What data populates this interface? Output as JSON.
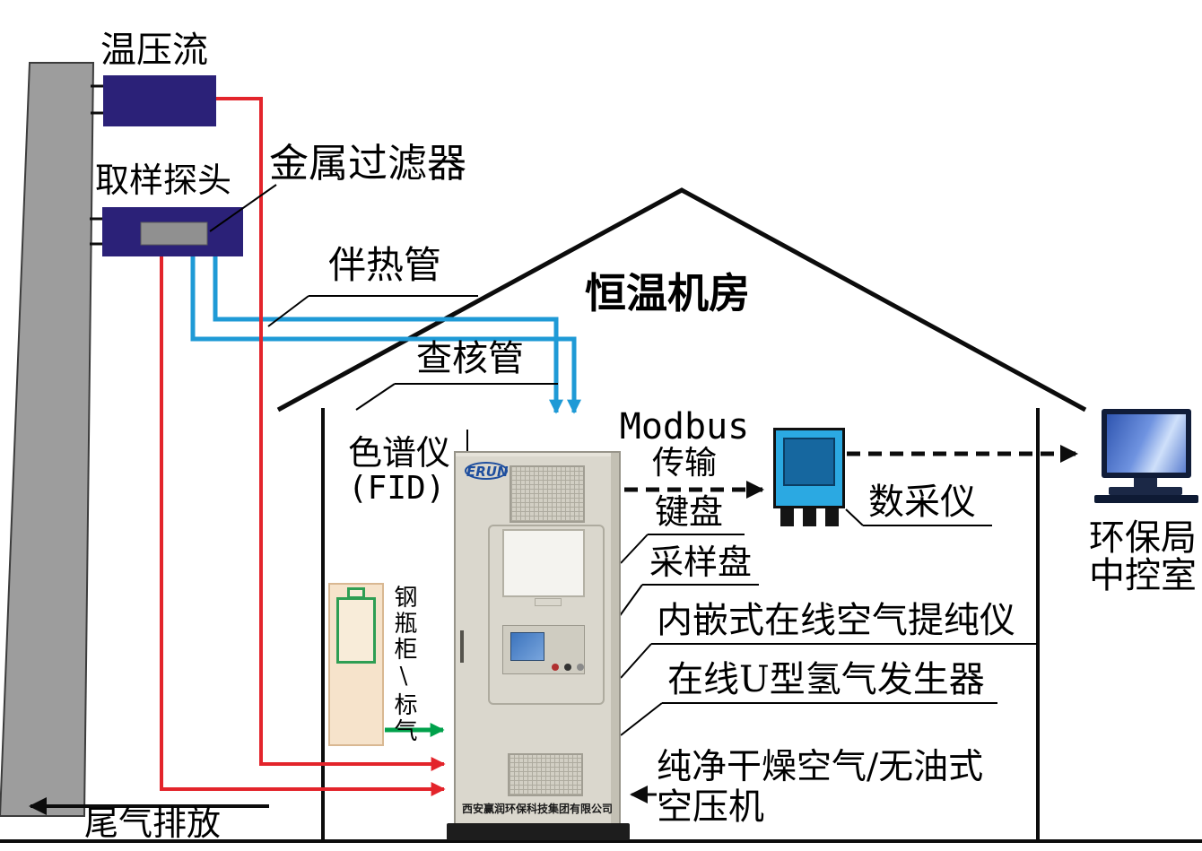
{
  "labels": {
    "temp_pressure_flow": "温压流",
    "sampling_probe": "取样探头",
    "metal_filter": "金属过滤器",
    "heated_tube": "伴热管",
    "check_tube": "查核管",
    "room_title": "恒温机房",
    "chromatograph": "色谱仪",
    "chromatograph_sub": "(FID)",
    "modbus": "Modbus",
    "modbus_sub": "传输",
    "keyboard": "键盘",
    "sampling_tray": "采样盘",
    "air_purifier": "内嵌式在线空气提纯仪",
    "h2_generator": "在线U型氢气发生器",
    "data_logger": "数采仪",
    "epa_line1": "环保局",
    "epa_line2": "中控室",
    "compressor_line1": "纯净干燥空气/无油式",
    "compressor_line2": "空压机",
    "cylinder_cabinet": "钢瓶柜\\标气",
    "exhaust": "尾气排放"
  },
  "cabinet": {
    "brand": "ERUN",
    "company": "西安赢润环保科技集团有限公司"
  },
  "colors": {
    "pipe_red": "#e3242b",
    "pipe_blue": "#1f9ad6",
    "pipe_green": "#00a14b",
    "line_black": "#0c0c0c",
    "stack_gray": "#9d9d9d",
    "probe_navy": "#2b2178",
    "cabinet_beige": "#dad7cd",
    "datalogger_blue": "#2ba9e2",
    "cylinder_tan": "#f6e3cb",
    "cylinder_green": "#2e9e53",
    "screen_blue": "#2f55b0"
  }
}
